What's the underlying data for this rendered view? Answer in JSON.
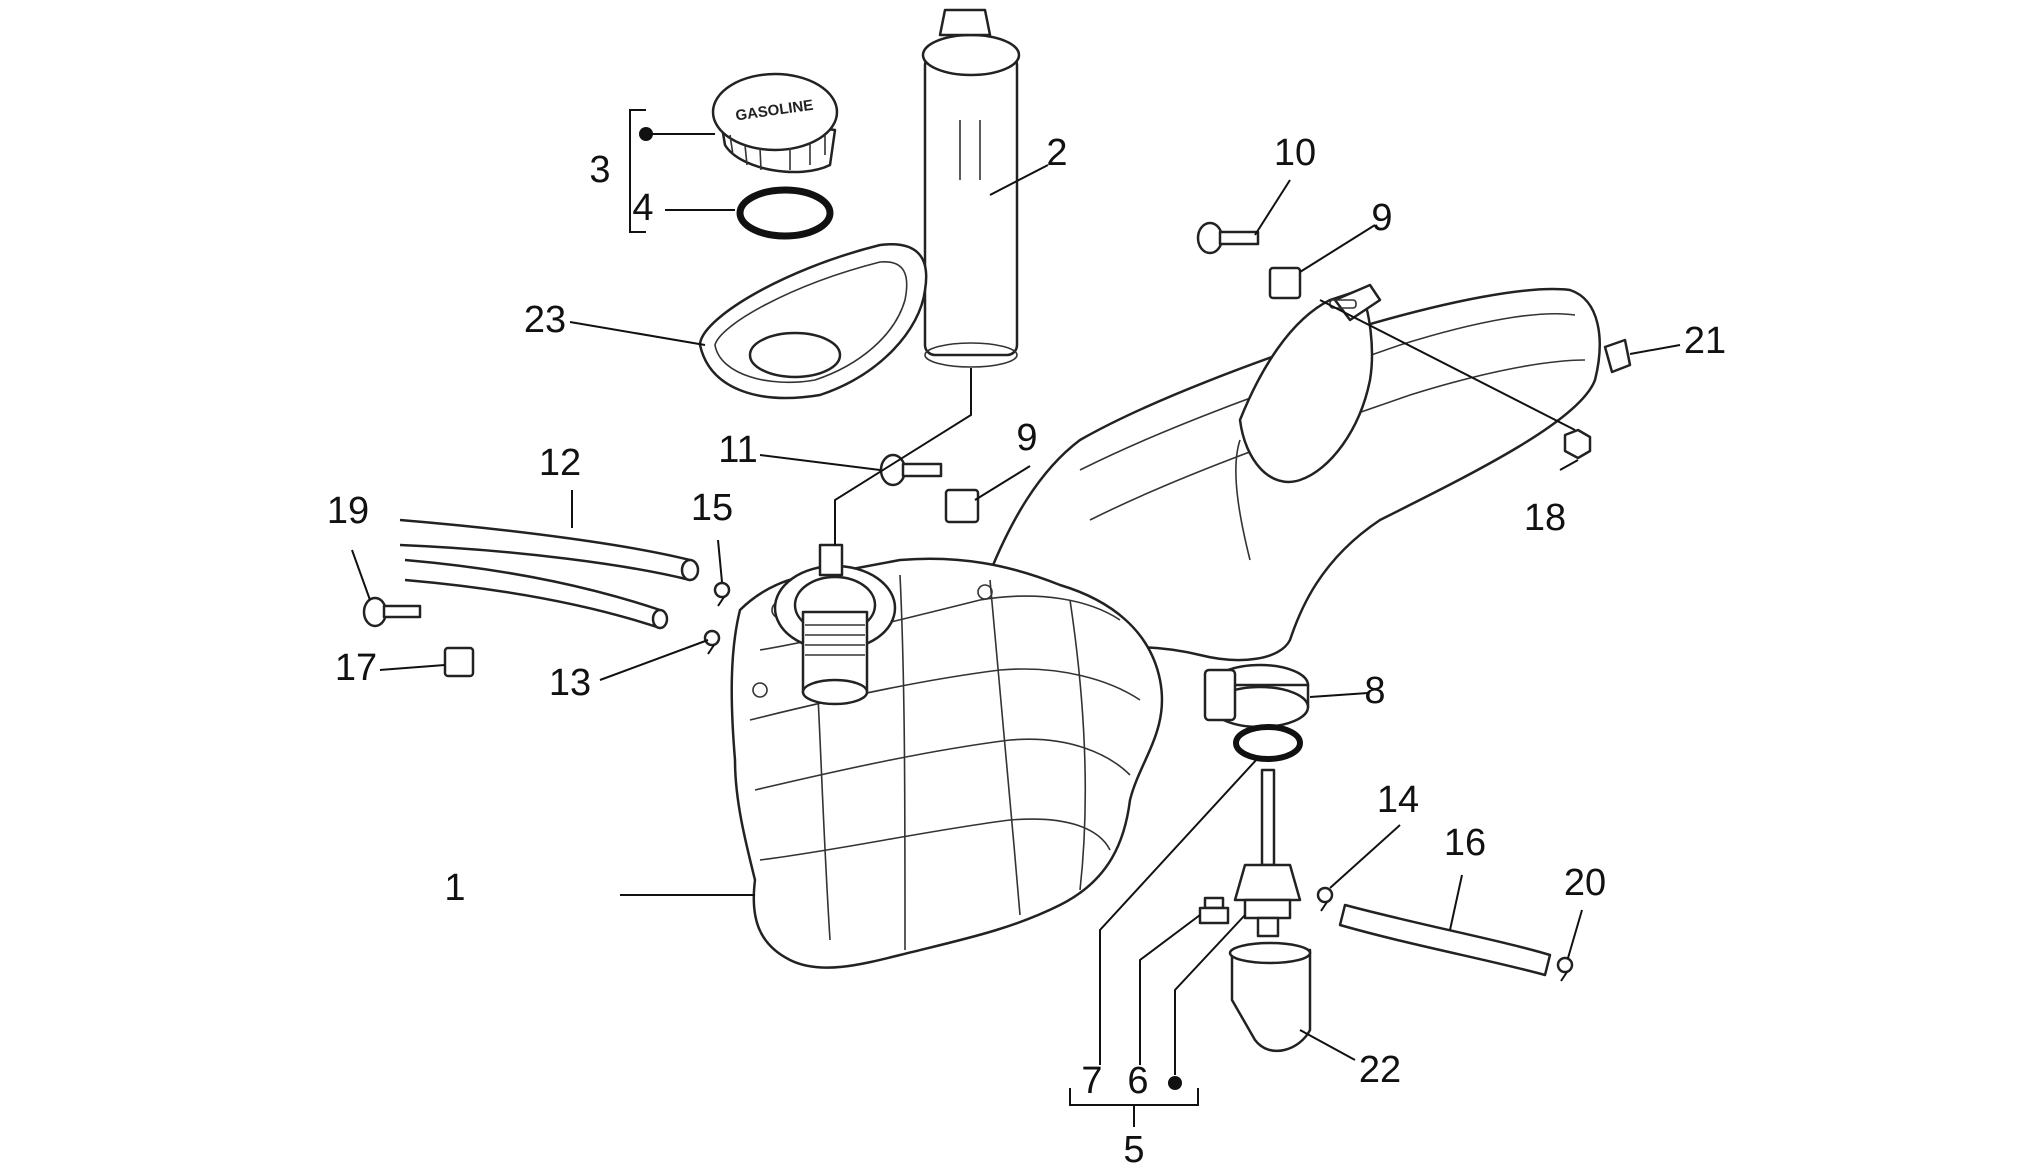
{
  "cap_text": "GASOLINE",
  "labels": {
    "l1": "1",
    "l2": "2",
    "l3": "3",
    "l4": "4",
    "l5": "5",
    "l6": "6",
    "l7": "7",
    "l8": "8",
    "l9a": "9",
    "l9b": "9",
    "l10": "10",
    "l11": "11",
    "l12": "12",
    "l13": "13",
    "l14": "14",
    "l15": "15",
    "l16": "16",
    "l17": "17",
    "l18": "18",
    "l19": "19",
    "l20": "20",
    "l21": "21",
    "l22": "22",
    "l23": "23"
  }
}
